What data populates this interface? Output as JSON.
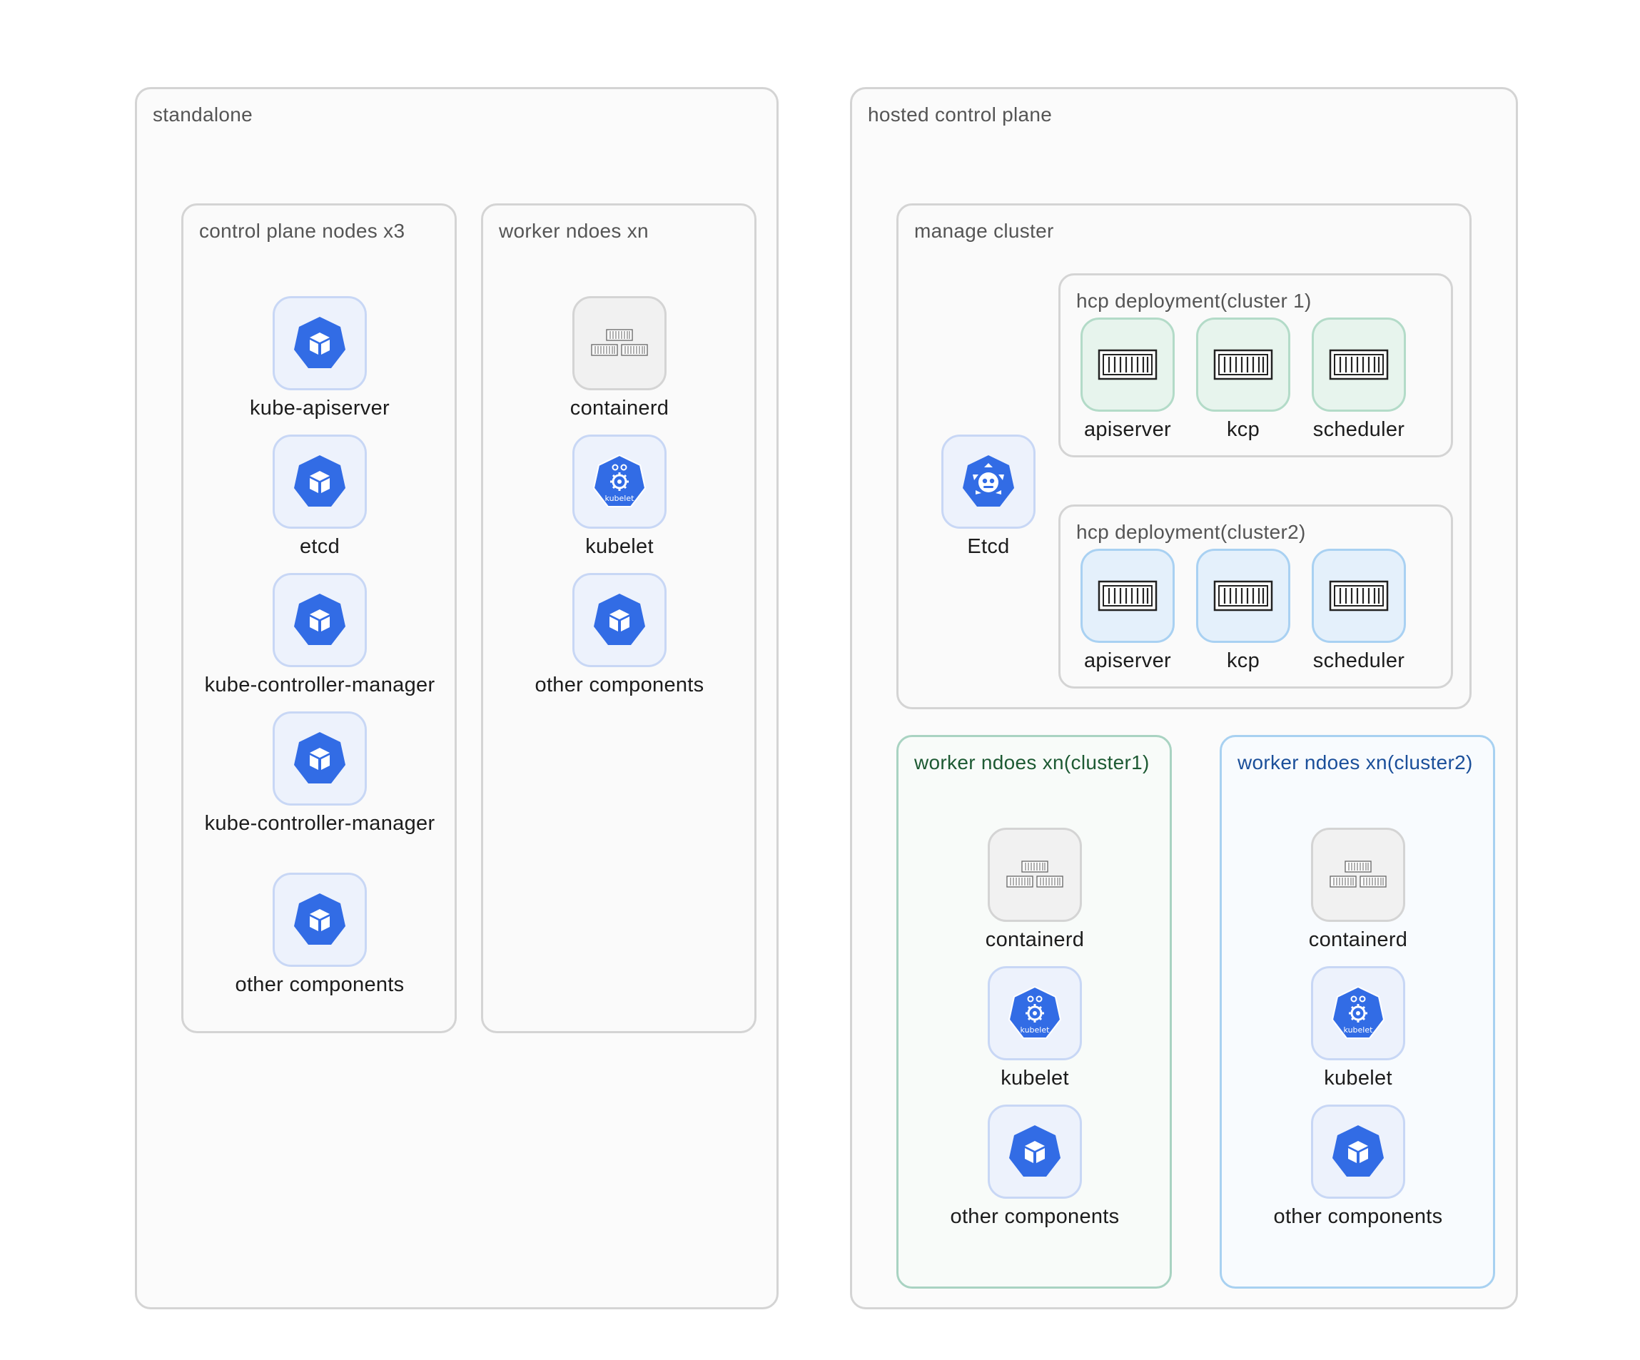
{
  "groups": {
    "standalone": "standalone",
    "control_plane": "control plane nodes x3",
    "worker": "worker ndoes xn",
    "hosted": "hosted control plane",
    "manage_cluster": "manage cluster",
    "hcp1": "hcp deployment(cluster 1)",
    "hcp2": "hcp deployment(cluster2)",
    "worker1": "worker ndoes xn(cluster1)",
    "worker2": "worker ndoes xn(cluster2)"
  },
  "control_plane_items": [
    {
      "label": "kube-apiserver",
      "icon": "k8s-cube-icon"
    },
    {
      "label": "etcd",
      "icon": "k8s-cube-icon"
    },
    {
      "label": "kube-controller-manager",
      "icon": "k8s-cube-icon"
    },
    {
      "label": "kube-controller-manager",
      "icon": "k8s-cube-icon"
    },
    {
      "label": "other components",
      "icon": "k8s-cube-icon"
    }
  ],
  "worker_items": [
    {
      "label": "containerd",
      "icon": "containers-icon"
    },
    {
      "label": "kubelet",
      "icon": "kubelet-icon"
    },
    {
      "label": "other components",
      "icon": "k8s-cube-icon"
    }
  ],
  "manage_cluster_items": [
    {
      "label": "Etcd",
      "icon": "etcd-icon"
    }
  ],
  "hcp1_items": [
    {
      "label": "apiserver",
      "icon": "container-icon"
    },
    {
      "label": "kcp",
      "icon": "container-icon"
    },
    {
      "label": "scheduler",
      "icon": "container-icon"
    }
  ],
  "hcp2_items": [
    {
      "label": "apiserver",
      "icon": "container-icon"
    },
    {
      "label": "kcp",
      "icon": "container-icon"
    },
    {
      "label": "scheduler",
      "icon": "container-icon"
    }
  ],
  "worker1_items": [
    {
      "label": "containerd",
      "icon": "containers-icon"
    },
    {
      "label": "kubelet",
      "icon": "kubelet-icon"
    },
    {
      "label": "other components",
      "icon": "k8s-cube-icon"
    }
  ],
  "worker2_items": [
    {
      "label": "containerd",
      "icon": "containers-icon"
    },
    {
      "label": "kubelet",
      "icon": "kubelet-icon"
    },
    {
      "label": "other components",
      "icon": "k8s-cube-icon"
    }
  ],
  "icon_text": {
    "kubelet": "kubelet"
  },
  "colors": {
    "k8s_blue": "#326ce5",
    "green_border": "#a9d3c2",
    "blue_border": "#a8d1f1",
    "gray_border": "#d4d4d4"
  }
}
